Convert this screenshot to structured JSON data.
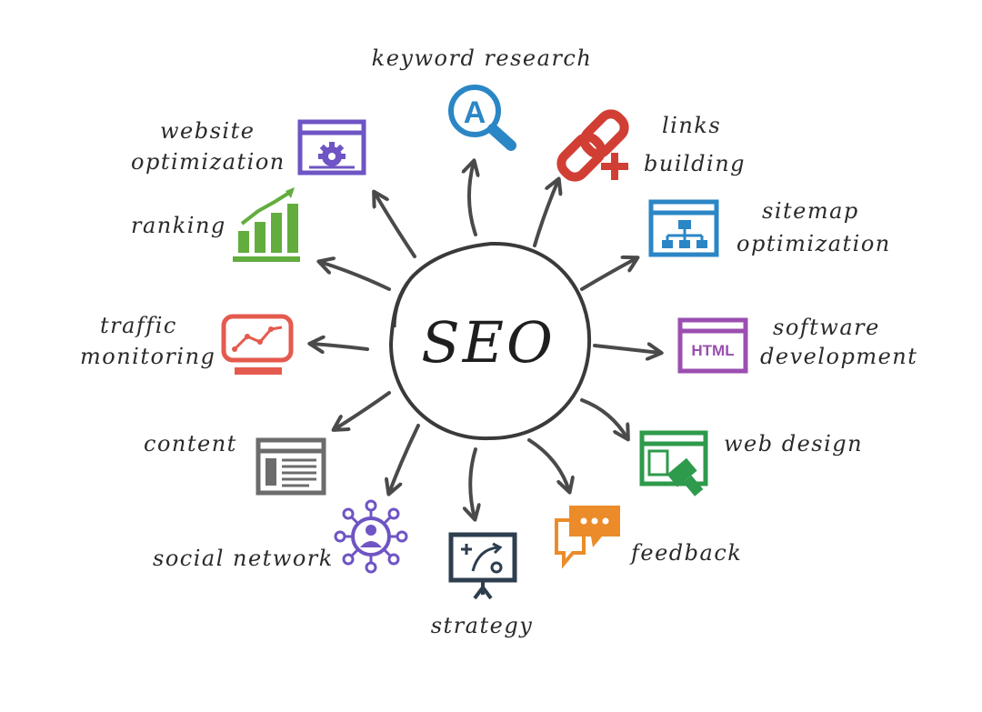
{
  "center_label": "SEO",
  "topics": {
    "keyword_research": {
      "label": "keyword research",
      "color": "#2b86c5",
      "icon": "magnifier-a-icon"
    },
    "links_building": {
      "line1": "links",
      "line2": "building",
      "color": "#d13f34",
      "icon": "chain-link-plus-icon"
    },
    "sitemap_optimization": {
      "line1": "sitemap",
      "line2": "optimization",
      "color": "#2b86c5",
      "icon": "sitemap-icon"
    },
    "software_development": {
      "line1": "software",
      "line2": "development",
      "color": "#9b4fb0",
      "icon": "html-window-icon",
      "icon_text": "HTML"
    },
    "web_design": {
      "label": "web design",
      "color": "#2e9a4b",
      "icon": "web-design-icon"
    },
    "feedback": {
      "label": "feedback",
      "color": "#ec8b2a",
      "icon": "chat-bubbles-icon"
    },
    "strategy": {
      "label": "strategy",
      "color": "#2d3e4f",
      "icon": "strategy-board-icon"
    },
    "social_network": {
      "label": "social network",
      "color": "#6e54c4",
      "icon": "social-network-icon"
    },
    "content": {
      "label": "content",
      "color": "#6c6c6c",
      "icon": "content-page-icon"
    },
    "traffic_monitoring": {
      "line1": "traffic",
      "line2": "monitoring",
      "color": "#e55a4e",
      "icon": "monitor-chart-icon"
    },
    "ranking": {
      "label": "ranking",
      "color": "#62ad3e",
      "icon": "bar-growth-icon"
    },
    "website_optimization": {
      "line1": "website",
      "line2": "optimization",
      "color": "#6e54c4",
      "icon": "gear-window-icon"
    }
  }
}
